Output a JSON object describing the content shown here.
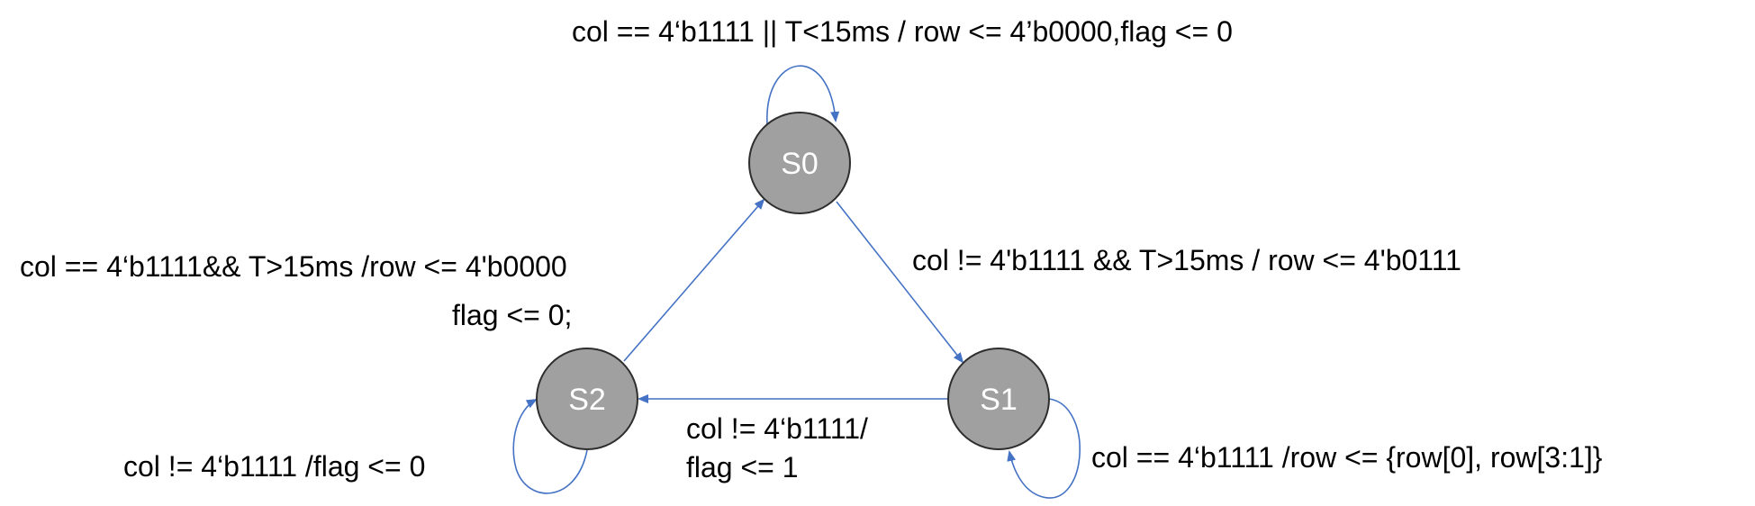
{
  "states": {
    "s0": {
      "label": "S0"
    },
    "s1": {
      "label": "S1"
    },
    "s2": {
      "label": "S2"
    }
  },
  "transitions": {
    "s0_self": "col == 4‘b1111 || T<15ms / row <= 4’b0000,flag <= 0",
    "s0_to_s1": "col != 4'b1111 && T>15ms / row <= 4'b0111",
    "s2_to_s0_line1": "col == 4‘b1111&& T>15ms /row <= 4'b0000",
    "s2_to_s0_line2": "flag <= 0;",
    "s1_to_s2_line1": "col != 4‘b1111/",
    "s1_to_s2_line2": "flag <= 1",
    "s1_self": "col == 4‘b1111 /row <= {row[0], row[3:1]}",
    "s2_self": "col != 4‘b1111 /flag <= 0"
  },
  "colors": {
    "state_fill": "#a0a0a0",
    "state_stroke": "#2e2e2e",
    "edge": "#4472c4"
  }
}
